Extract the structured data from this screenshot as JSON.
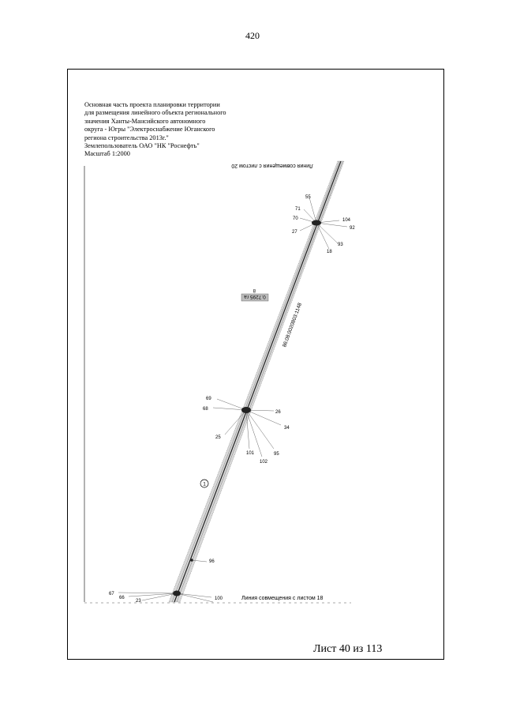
{
  "page": {
    "number": "420",
    "sheet": "Лист 40 из 113"
  },
  "header": {
    "lines": [
      "Основная часть проекта планировки территории",
      "для размещения линейного объекта регионального",
      "значения Ханты-Мансийского автономного",
      "округа - Югры \"Электроснабжение Юганского",
      "региона строительства 2013г.\"",
      "Землепользователь ОАО \"НК \"Роснефть\"",
      "Масштаб 1:2000"
    ]
  },
  "drawing": {
    "top_line_label": "Линия совмещения с листом 20",
    "bottom_line_label": "Линия совмещения с листом 18",
    "cadastral_number": "86:08:0020803:1148",
    "area_box": {
      "number": "8",
      "area": "0.7295 га"
    },
    "circle_marker": "1",
    "node_top_labels": [
      "55",
      "71",
      "70",
      "27",
      "104",
      "92",
      "93",
      "18"
    ],
    "node_mid_labels": [
      "69",
      "68",
      "26",
      "34",
      "25",
      "101",
      "102",
      "95"
    ],
    "point_96": "96",
    "node_bottom_labels": [
      "67",
      "66",
      "23",
      "100"
    ]
  }
}
